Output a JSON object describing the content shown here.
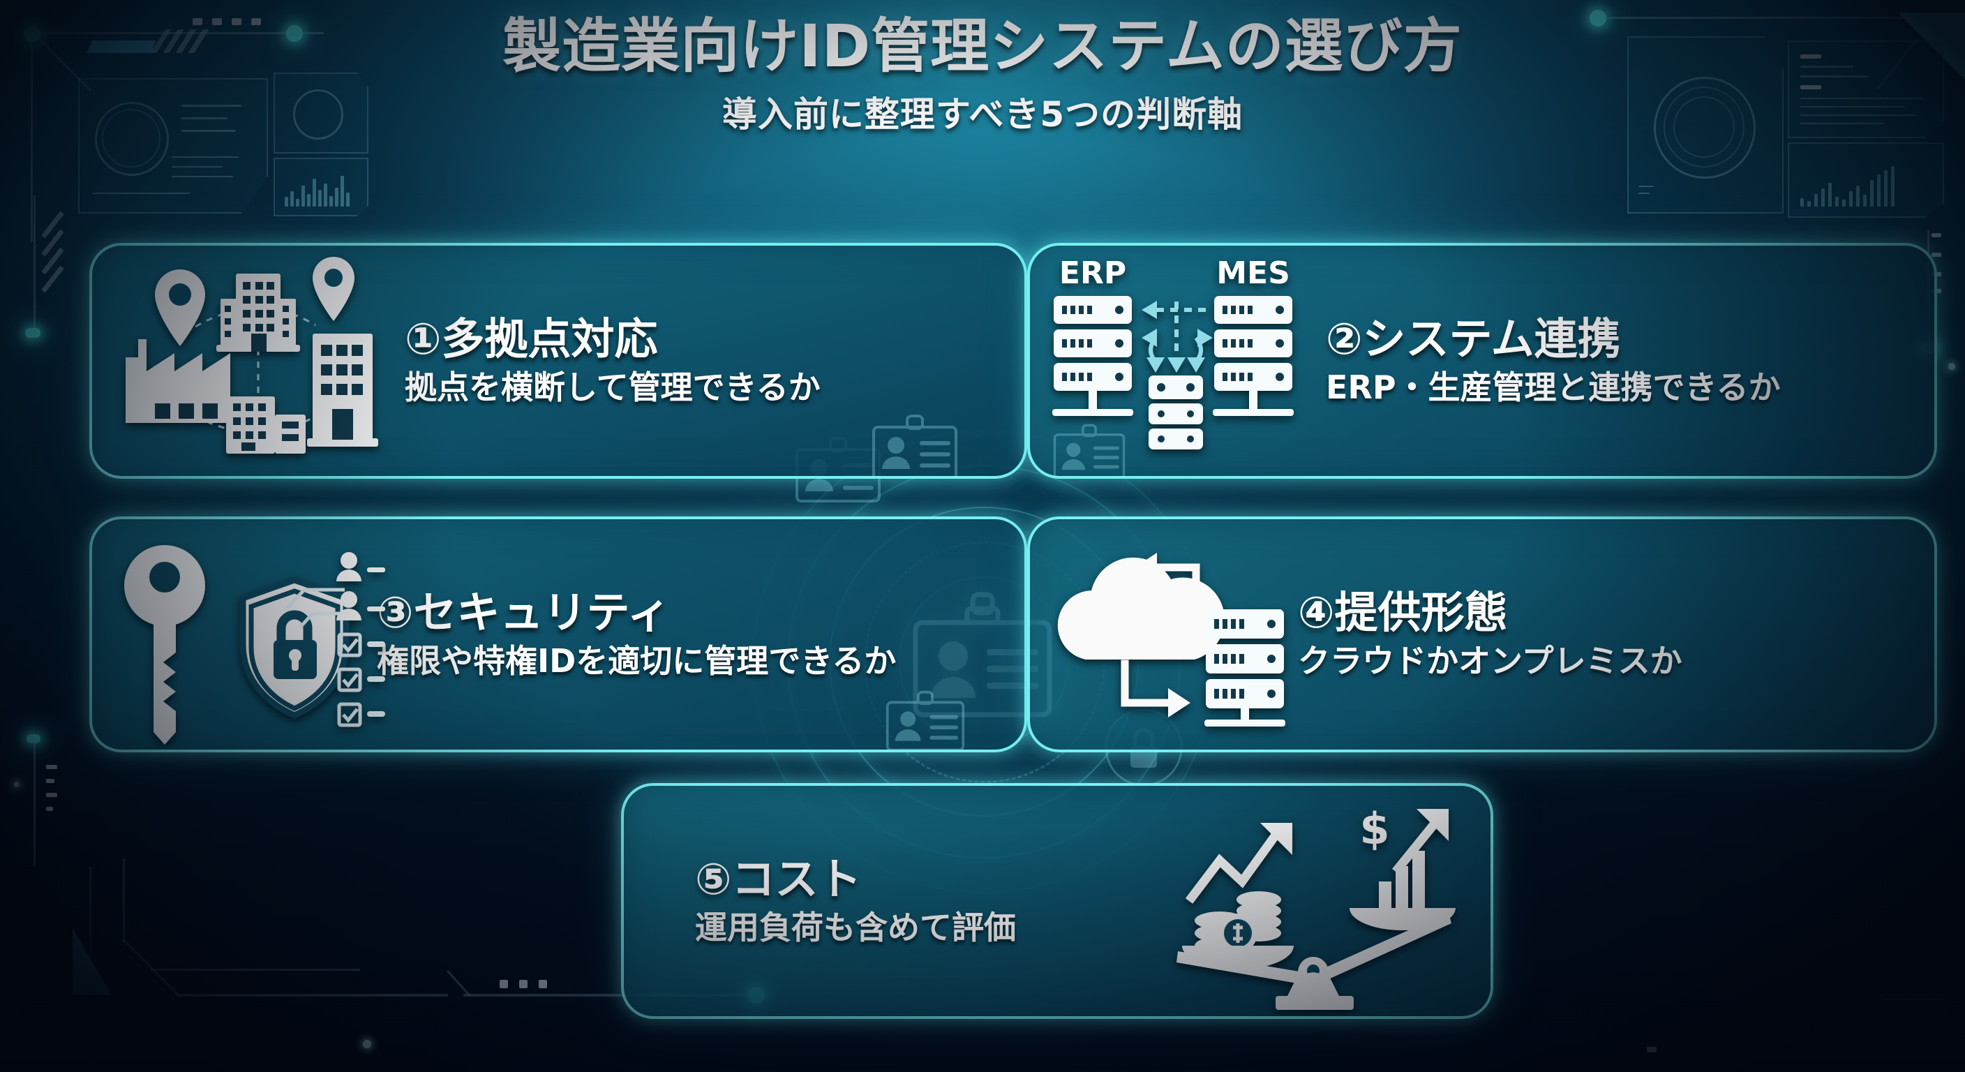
{
  "header": {
    "title": "製造業向けID管理システムの選び方",
    "subtitle": "導入前に整理すべき5つの判断軸"
  },
  "theme": {
    "card_border": "#79efef",
    "card_fill": "#0f5c74",
    "background_top": "#147a99",
    "background_bottom": "#02091a",
    "accent_glow": "#4ff2ee",
    "text": "#ffffff"
  },
  "cards": [
    {
      "number": "①",
      "heading": "①多拠点対応",
      "subtext": "拠点を横断して管理できるか",
      "icon": "multi-site-network-icon",
      "icon_parts": [
        "factory-icon",
        "office-building-icon",
        "map-pin-icon"
      ]
    },
    {
      "number": "②",
      "heading": "②システム連携",
      "subtext": "ERP・生産管理と連携できるか",
      "icon": "system-integration-icon",
      "icon_labels": [
        "ERP",
        "MES"
      ],
      "icon_parts": [
        "server-rack-icon",
        "data-exchange-arrows-icon"
      ]
    },
    {
      "number": "③",
      "heading": "③セキュリティ",
      "subtext": "権限や特権IDを適切に管理できるか",
      "icon": "security-icon",
      "icon_parts": [
        "key-icon",
        "shield-lock-icon",
        "user-permission-checklist-icon"
      ]
    },
    {
      "number": "④",
      "heading": "④提供形態",
      "subtext": "クラウドかオンプレミスか",
      "icon": "deployment-model-icon",
      "icon_parts": [
        "cloud-icon",
        "server-rack-icon",
        "sync-arrows-icon"
      ]
    },
    {
      "number": "⑤",
      "heading": "⑤コスト",
      "subtext": "運用負荷も含めて評価",
      "icon": "cost-balance-icon",
      "icon_parts": [
        "balance-scale-icon",
        "coin-stack-icon",
        "growth-chart-icon",
        "dollar-sign-icon"
      ]
    }
  ],
  "center_icon": "id-badge-icon",
  "decor": {
    "hud_panels": [
      "hud-panel-top-left",
      "hud-panel-top-right"
    ],
    "corner_triangle": "corner-triangle-accent",
    "watermark_icons": [
      "id-badge-watermark",
      "lock-watermark"
    ]
  }
}
